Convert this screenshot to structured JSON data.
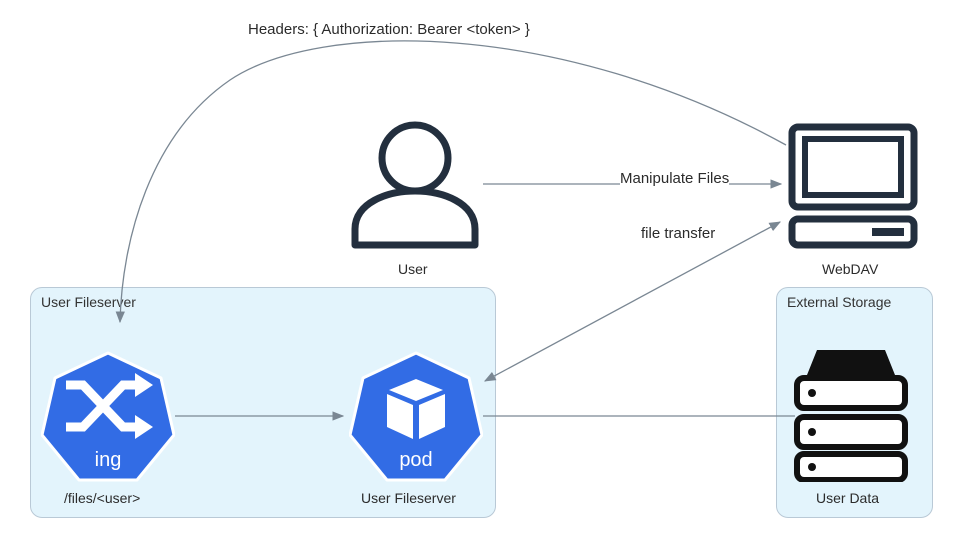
{
  "clusters": {
    "user_fileserver": {
      "label": "User Fileserver"
    },
    "external_storage": {
      "label": "External Storage"
    }
  },
  "nodes": {
    "user": {
      "label": "User",
      "icon": "user-icon"
    },
    "webdav": {
      "label": "WebDAV",
      "icon": "computer-icon"
    },
    "ingress": {
      "label": "/files/<user>",
      "icon": "ingress-icon",
      "badge": "ing"
    },
    "pod": {
      "label": "User Fileserver",
      "icon": "pod-icon",
      "badge": "pod"
    },
    "storage": {
      "label": "User Data",
      "icon": "server-storage-icon"
    }
  },
  "edges": {
    "headers": {
      "label": "Headers: { Authorization: Bearer <token> }"
    },
    "manipulate": {
      "label": "Manipulate Files"
    },
    "transfer": {
      "label": "file transfer"
    }
  },
  "colors": {
    "cluster_fill": "#e3f4fc",
    "k8s_blue": "#326ce5",
    "edge": "#7a8793",
    "icon_dark": "#232f3e"
  }
}
